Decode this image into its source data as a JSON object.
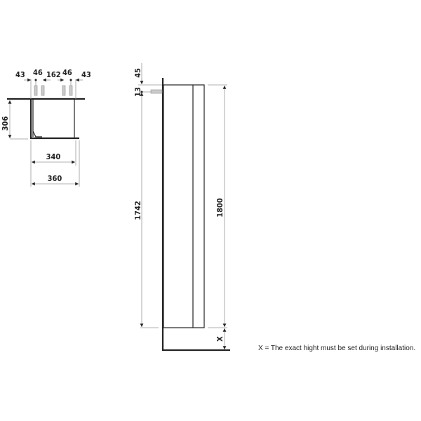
{
  "plan_view": {
    "dims_top": [
      "43",
      "46",
      "162",
      "46",
      "43"
    ],
    "depth": "306",
    "inner_width": "340",
    "outer_width": "360"
  },
  "elevation_view": {
    "dim_45": "45",
    "dim_13": "13",
    "dim_1742": "1742",
    "dim_1800": "1800",
    "dim_x": "X"
  },
  "note": "X = The exact hight must be set during installation."
}
